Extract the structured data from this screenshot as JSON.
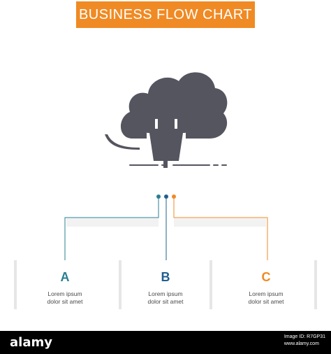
{
  "banner": {
    "title": "BUSINESS FLOW CHART"
  },
  "colors": {
    "banner": "#f08a24",
    "icon": "#555560",
    "teal": "#2a7f8f",
    "blue": "#1f5f8f",
    "orange": "#f08a24"
  },
  "icon": {
    "name": "cloud-plug-icon"
  },
  "steps": [
    {
      "letter": "A",
      "line1": "Lorem ipsum",
      "line2": "dolor sit amet",
      "color": "#2a7f8f"
    },
    {
      "letter": "B",
      "line1": "Lorem ipsum",
      "line2": "dolor sit amet",
      "color": "#1f5f8f"
    },
    {
      "letter": "C",
      "line1": "Lorem ipsum",
      "line2": "dolor sit amet",
      "color": "#f08a24"
    }
  ],
  "stock": {
    "brand": "alamy",
    "image_id_label": "Image ID: R7GP31",
    "site": "www.alamy.com"
  }
}
